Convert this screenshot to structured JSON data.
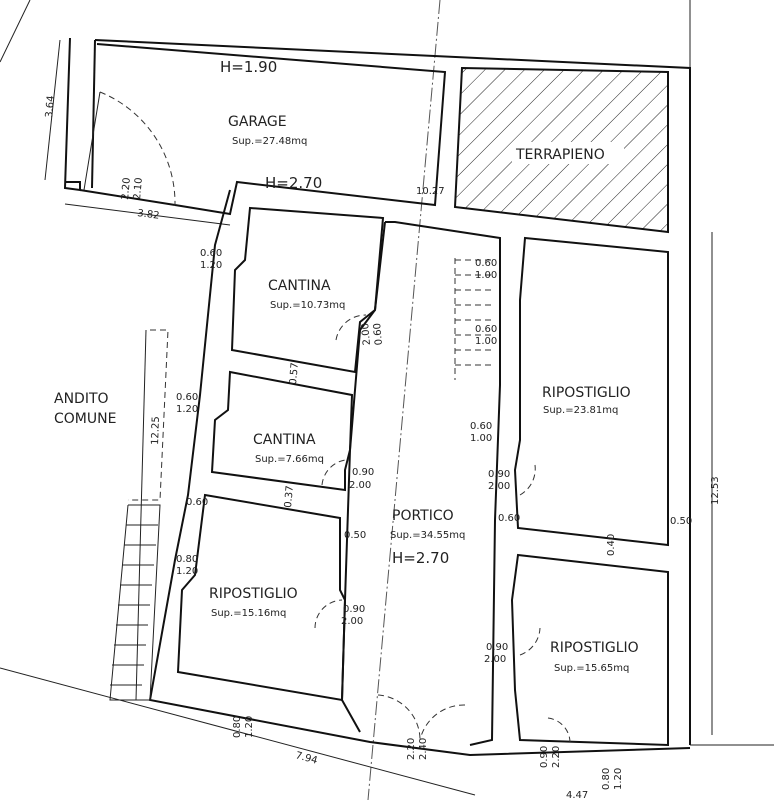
{
  "rooms": {
    "garage": {
      "name": "GARAGE",
      "area": "Sup.=27.48mq",
      "height": "H=1.90"
    },
    "terrapieno": {
      "name": "TERRAPIENO"
    },
    "cantina1": {
      "name": "CANTINA",
      "area": "Sup.=10.73mq"
    },
    "cantina2": {
      "name": "CANTINA",
      "area": "Sup.=7.66mq"
    },
    "ripostiglio_left": {
      "name": "RIPOSTIGLIO",
      "area": "Sup.=15.16mq"
    },
    "portico": {
      "name": "PORTICO",
      "area": "Sup.=34.55mq",
      "height": "H=2.70"
    },
    "ripostiglio_right_upper": {
      "name": "RIPOSTIGLIO",
      "area": "Sup.=23.81mq"
    },
    "ripostiglio_right_lower": {
      "name": "RIPOSTIGLIO",
      "area": "Sup.=15.65mq"
    },
    "andito": {
      "line1": "ANDITO",
      "line2": "COMUNE"
    }
  },
  "heights": {
    "upper_wall": "H=2.70"
  },
  "dimensions": {
    "garage_side": "3.64",
    "garage_width": "3.82",
    "garage_door_w": "2.20",
    "garage_door_h": "2.10",
    "overall_width": "10.27",
    "left_length": "12.25",
    "right_length": "12.53",
    "bottom_length": "7.94",
    "bottom_right": "4.47",
    "w_060": "0.60",
    "w_120": "1.20",
    "w_100": "1.00",
    "w_080": "0.80",
    "d_090": "0.90",
    "d_200": "2.00",
    "d_220": "2.20",
    "d_240": "2.40",
    "wall_057": "0.57",
    "wall_037": "0.37",
    "wall_050": "0.50",
    "wall_040": "0.40"
  }
}
